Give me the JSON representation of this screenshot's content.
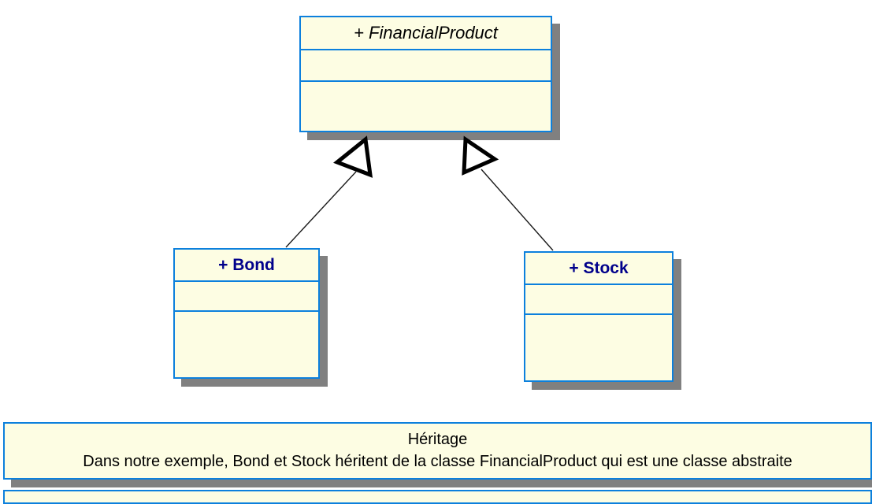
{
  "diagram": {
    "type": "uml-class-diagram",
    "title": "Héritage",
    "background_color": "#ffffff",
    "class_fill_color": "#fdfde3",
    "class_border_color": "#0c80dd",
    "shadow_color": "#808080",
    "abstract_title_color": "#000000",
    "concrete_title_color": "#00008b",
    "connector_color": "#000000",
    "classes": [
      {
        "id": "financialproduct",
        "name": "+ FinancialProduct",
        "stereotype": "abstract",
        "visibility": "+",
        "attributes": [],
        "operations": []
      },
      {
        "id": "bond",
        "name": "+ Bond",
        "stereotype": "concrete",
        "visibility": "+",
        "attributes": [],
        "operations": []
      },
      {
        "id": "stock",
        "name": "+ Stock",
        "stereotype": "concrete",
        "visibility": "+",
        "attributes": [],
        "operations": []
      }
    ],
    "relationships": [
      {
        "id": "bond-inherits",
        "type": "generalization",
        "from": "bond",
        "to": "financialproduct"
      },
      {
        "id": "stock-inherits",
        "type": "generalization",
        "from": "stock",
        "to": "financialproduct"
      }
    ]
  },
  "caption": {
    "line1": "Héritage",
    "line2": "Dans notre exemple, Bond et Stock héritent de la classe FinancialProduct qui est une classe abstraite"
  }
}
